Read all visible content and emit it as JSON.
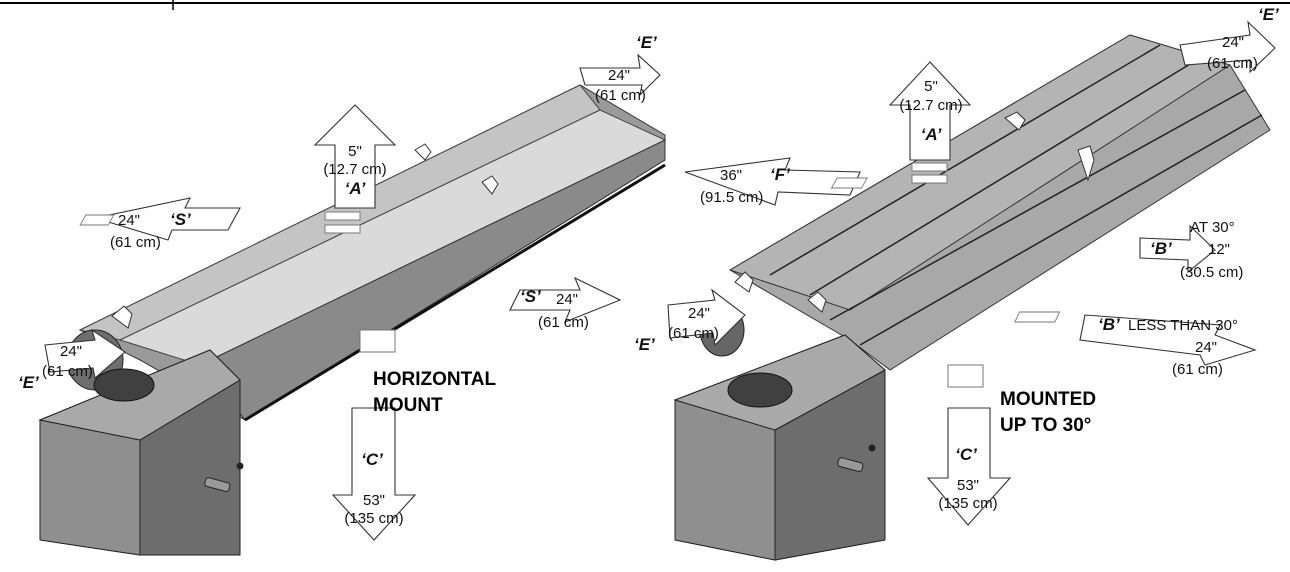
{
  "left_view": {
    "title_line1": "HORIZONTAL",
    "title_line2": "MOUNT",
    "clear_top_in": "5\"",
    "clear_top_cm": "(12.7 cm)",
    "tag_top": "‘A’",
    "clear_side_left_in": "24\"",
    "clear_side_left_cm": "(61 cm)",
    "tag_side_left": "‘S’",
    "clear_side_right_in": "24\"",
    "clear_side_right_cm": "(61 cm)",
    "tag_side_right": "‘S’",
    "clear_end_right_tag": "‘E’",
    "clear_end_right_in": "24\"",
    "clear_end_right_cm": "(61 cm)",
    "clear_end_left_tag": "‘E’",
    "clear_end_left_in": "24\"",
    "clear_end_left_cm": "(61 cm)",
    "clear_bottom_tag": "‘C’",
    "clear_bottom_in": "53\"",
    "clear_bottom_cm": "(135 cm)"
  },
  "right_view": {
    "title_line1": "MOUNTED",
    "title_line2": "UP TO 30°",
    "clear_top_in": "5\"",
    "clear_top_cm": "(12.7 cm)",
    "tag_top": "‘A’",
    "clear_front_in": "36\"",
    "clear_front_cm": "(91.5 cm)",
    "tag_front": "‘F’",
    "clear_end_right_tag": "‘E’",
    "clear_end_right_in": "24\"",
    "clear_end_right_cm": "(61 cm)",
    "clear_back_30_tag": "‘B’",
    "clear_back_30_note": "AT 30°",
    "clear_back_30_in": "12\"",
    "clear_back_30_cm": "(30.5 cm)",
    "clear_back_lt_tag": "‘B’",
    "clear_back_lt_note": "LESS THAN 30°",
    "clear_back_lt_in": "24\"",
    "clear_back_lt_cm": "(61 cm)",
    "clear_end_left_tag": "‘E’",
    "clear_end_left_in": "24\"",
    "clear_end_left_cm": "(61 cm)",
    "clear_bottom_tag": "‘C’",
    "clear_bottom_in": "53\"",
    "clear_bottom_cm": "(135 cm)"
  }
}
